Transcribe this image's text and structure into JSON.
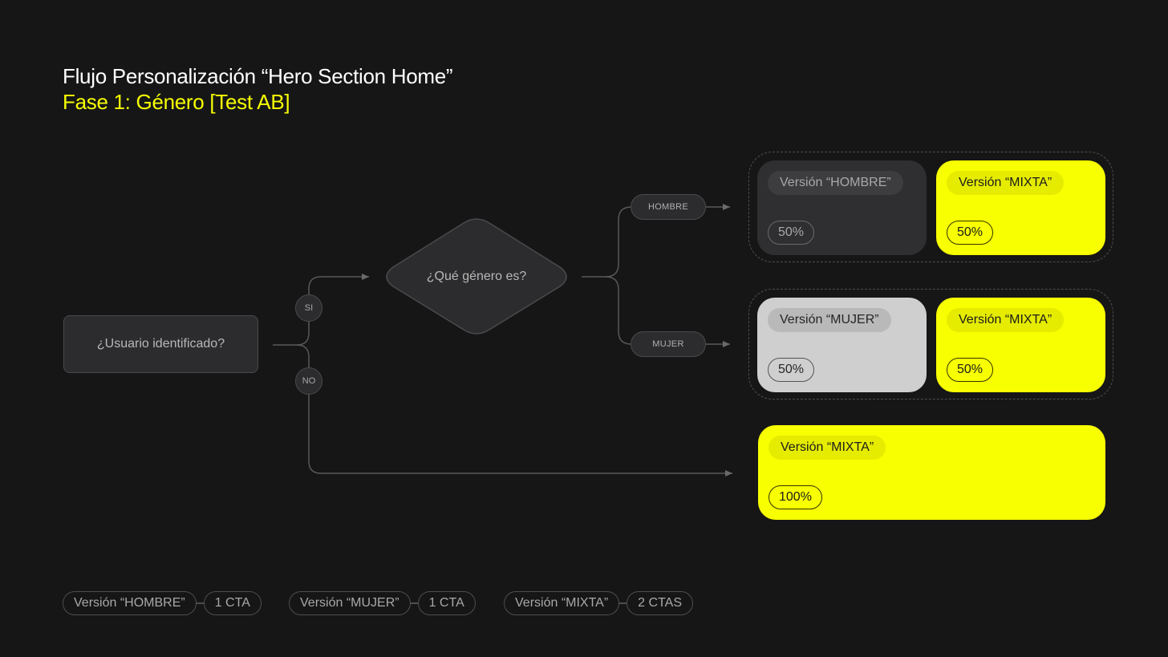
{
  "header": {
    "title": "Flujo Personalización “Hero Section Home”",
    "subtitle": "Fase 1: Género [Test AB]"
  },
  "flow": {
    "start_question": "¿Usuario identificado?",
    "yes_label": "SI",
    "no_label": "NO",
    "decision_question": "¿Qué género es?",
    "branch_male": "HOMBRE",
    "branch_female": "MUJER"
  },
  "outcomes": {
    "male_group": [
      {
        "version": "Versión “HOMBRE”",
        "share": "50%"
      },
      {
        "version": "Versión “MIXTA”",
        "share": "50%"
      }
    ],
    "female_group": [
      {
        "version": "Versión “MUJER”",
        "share": "50%"
      },
      {
        "version": "Versión “MIXTA”",
        "share": "50%"
      }
    ],
    "unidentified": {
      "version": "Versión “MIXTA”",
      "share": "100%"
    }
  },
  "legend": [
    {
      "version": "Versión “HOMBRE”",
      "ctas": "1 CTA"
    },
    {
      "version": "Versión “MUJER”",
      "ctas": "1 CTA"
    },
    {
      "version": "Versión “MIXTA”",
      "ctas": "2 CTAS"
    }
  ],
  "colors": {
    "background": "#161617",
    "accent_yellow": "#f7ff00",
    "node_fill": "#2c2c2e",
    "node_border": "#4a4a4c",
    "line": "#58585a"
  }
}
